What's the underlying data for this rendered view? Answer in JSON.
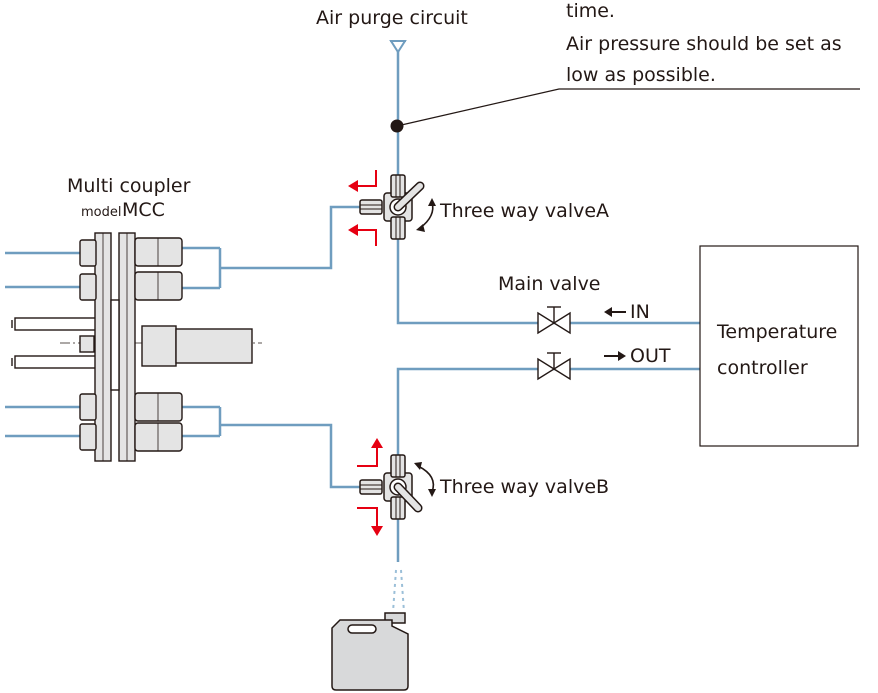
{
  "labels": {
    "air_purge": "Air purge circuit",
    "note_line1": "time.",
    "note_line2": "Air pressure should be set as",
    "note_line3": "low as possible.",
    "coupler_title": "Multi coupler",
    "coupler_model_prefix": "model",
    "coupler_model": "MCC",
    "valve_a": "Three way valveA",
    "valve_b": "Three way valveB",
    "main_valve": "Main valve",
    "in": "IN",
    "out": "OUT",
    "controller_line1": "Temperature",
    "controller_line2": "controller"
  },
  "colors": {
    "pipe": "#6f9dbf",
    "line": "#231815",
    "flow_arrow": "#e60012",
    "drain_dots": "#9bbfd8",
    "tank_fill": "#d8d9da",
    "valve_fill": "#e4e4e4"
  }
}
